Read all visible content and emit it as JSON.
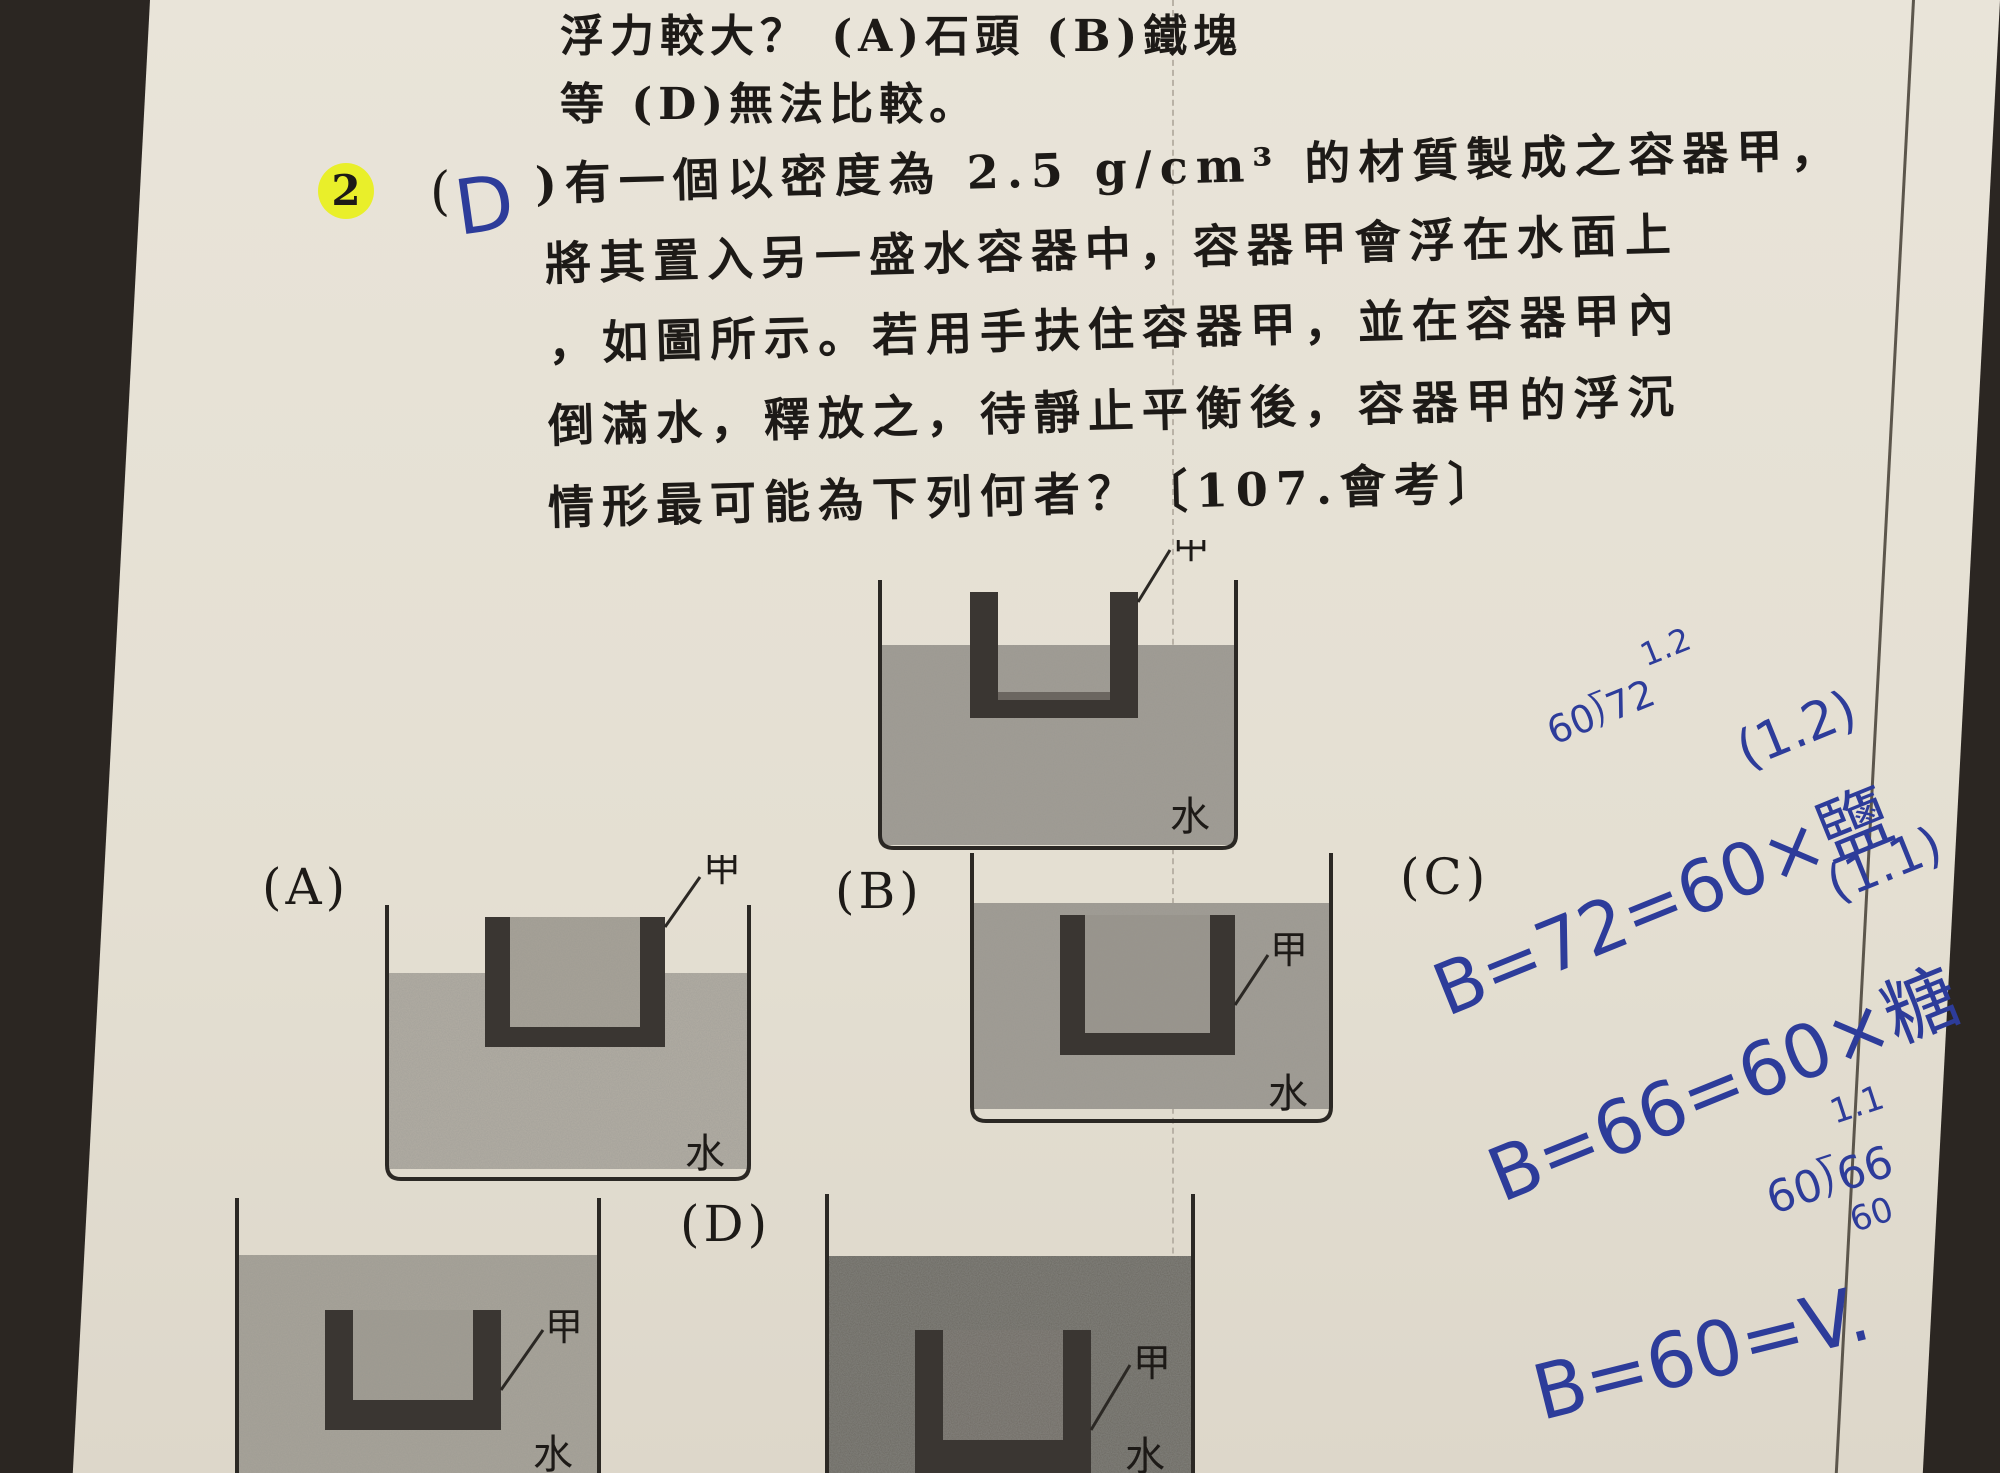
{
  "previous_question": {
    "line1": "浮力較大？ (A)石頭  (B)鐵塊",
    "line2": "等  (D)無法比較。"
  },
  "question": {
    "number": "2",
    "answer": "D",
    "lines": [
      ")有一個以密度為 2.5 g/cm³ 的材質製成之容器甲，",
      "將其置入另一盛水容器中，容器甲會浮在水面上",
      "，如圖所示。若用手扶住容器甲，並在容器甲內",
      "倒滿水，釋放之，待靜止平衡後，容器甲的浮沉",
      "情形最可能為下列何者？〔107.會考〕"
    ]
  },
  "figure_labels": {
    "container": "甲",
    "water": "水"
  },
  "options": {
    "a": "(A)",
    "b": "(B)",
    "c": "(C)",
    "d": "(D)"
  },
  "handwriting": {
    "division1": "60⟌72",
    "division1_q": "1.2",
    "note1": "(1.2)",
    "line_salt": "B=72=60×鹽",
    "note2": "(1.1)",
    "line_sugar": "B=66=60×糖",
    "division2": "60⟌66",
    "division2_q": "1.1",
    "division2_sub": "60",
    "line_v": "B=60=V."
  },
  "colors": {
    "paper": "#e7e2d6",
    "ink": "#1d1a17",
    "pen": "#2d3c9a",
    "highlight": "#e9ef2a",
    "water": "#a29d94",
    "vessel": "#2b2824"
  }
}
